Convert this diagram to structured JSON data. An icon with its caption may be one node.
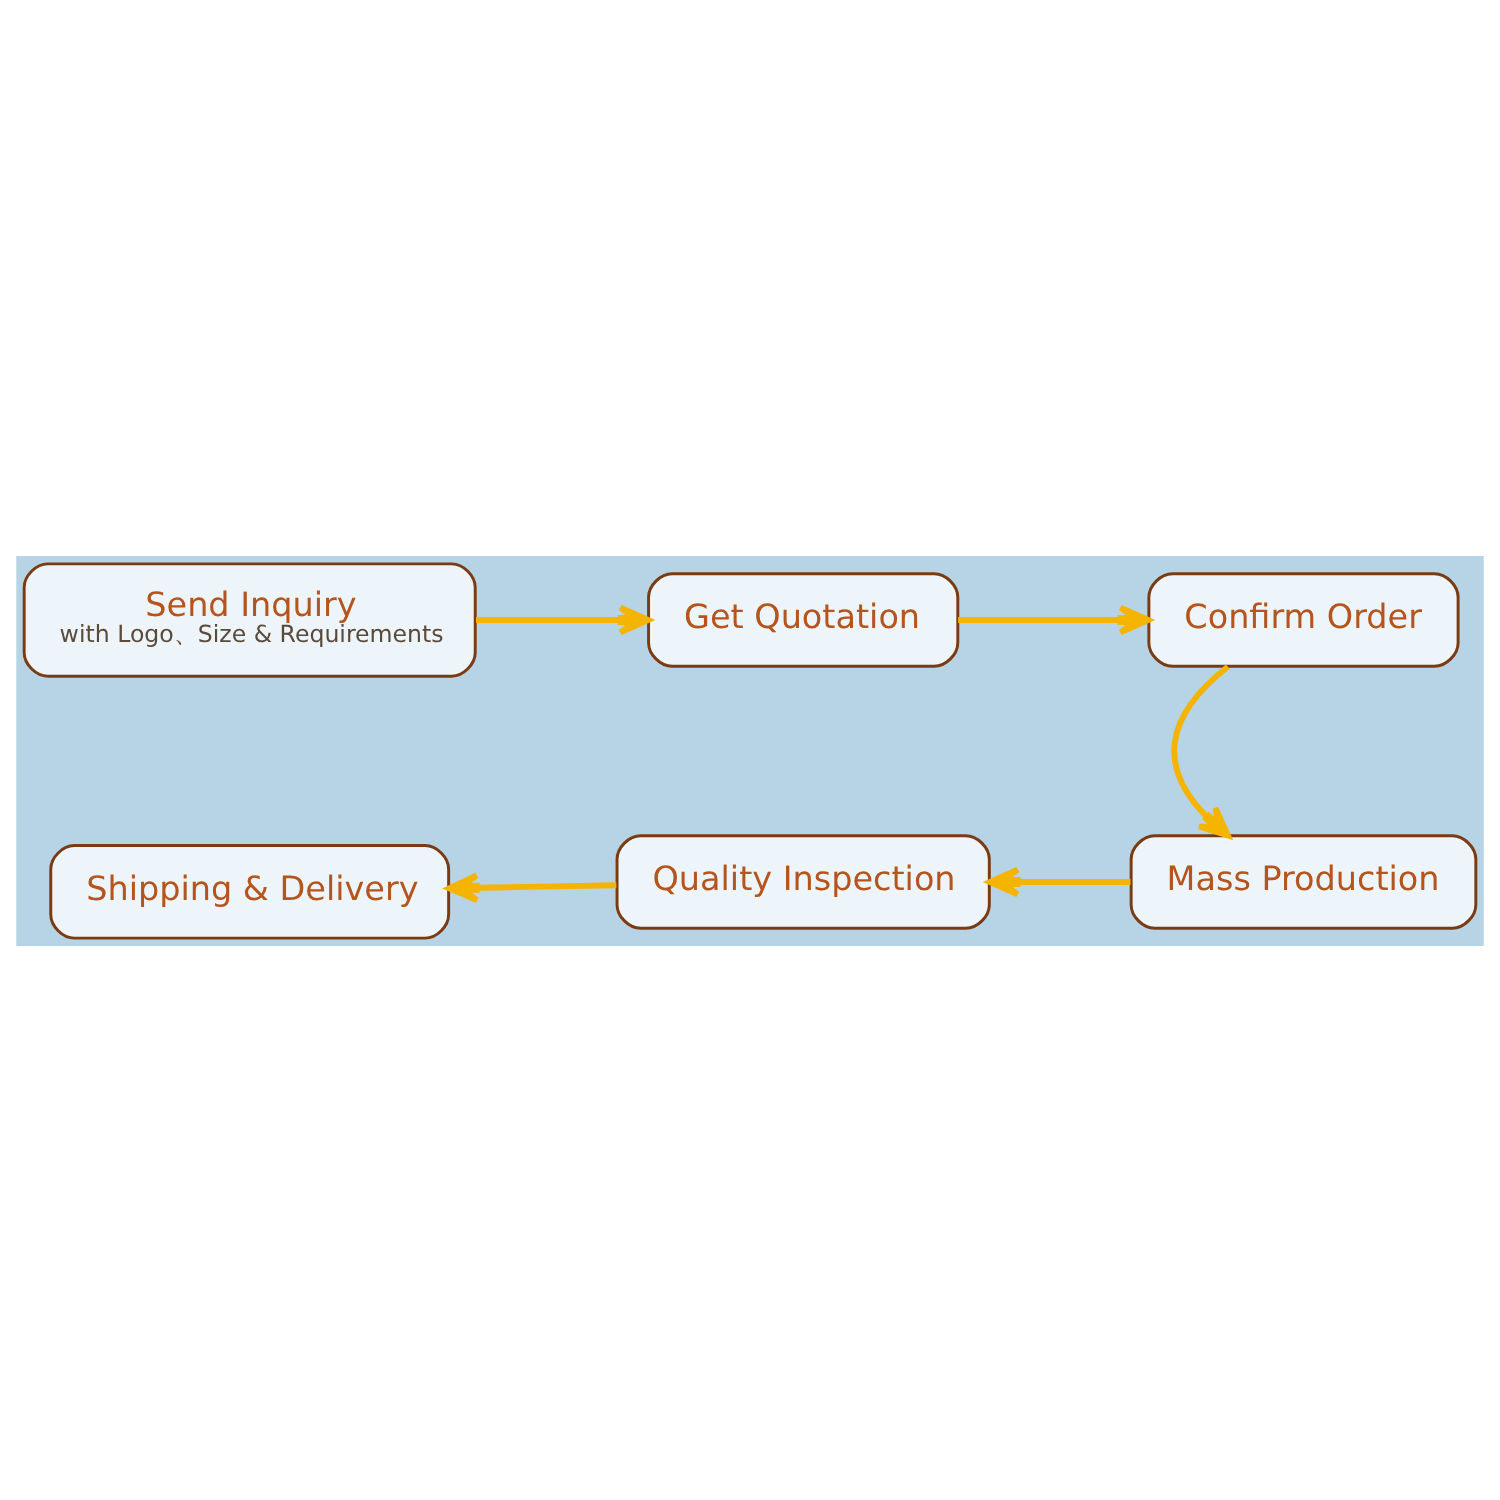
{
  "diagram": {
    "nodes": [
      {
        "text": [
          "Send Inquiry",
          "with Logo、Size & Requirements"
        ]
      },
      {
        "text": [
          "Get Quotation"
        ]
      },
      {
        "text": [
          "Confirm Order"
        ]
      },
      {
        "text": [
          "Mass Production"
        ]
      },
      {
        "text": [
          "Quality Inspection"
        ]
      },
      {
        "text": [
          "Shipping & Delivery"
        ]
      }
    ],
    "edges": [
      {
        "from": 0,
        "to": 1,
        "arrow": "to",
        "color": "#f5b400"
      },
      {
        "from": 1,
        "to": 2,
        "arrow": "to",
        "color": "#f5b400"
      },
      {
        "from": 2,
        "to": 3,
        "arrow": "to",
        "color": "#f5b400"
      },
      {
        "from": 3,
        "to": 4,
        "arrow": "to",
        "color": "#f5b400"
      },
      {
        "from": 4,
        "to": 5,
        "arrow": "to",
        "color": "#f5b400"
      }
    ]
  }
}
